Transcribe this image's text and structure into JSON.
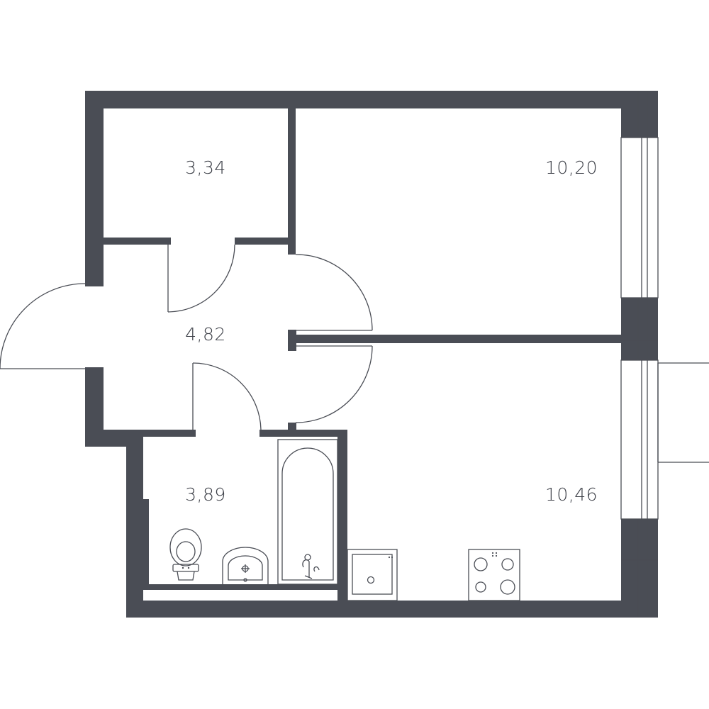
{
  "rooms": [
    {
      "id": "storage",
      "area": "3,34"
    },
    {
      "id": "bedroom",
      "area": "10,20"
    },
    {
      "id": "hall",
      "area": "4,82"
    },
    {
      "id": "bathroom",
      "area": "3,89"
    },
    {
      "id": "kitchen_living",
      "area": "10,46"
    }
  ],
  "colors": {
    "wall": "#4a4d55",
    "background": "#ffffff"
  },
  "icons": [
    "door-swing-icon",
    "bathtub-icon",
    "toilet-icon",
    "sink-icon",
    "kitchen-sink-icon",
    "stove-icon",
    "window-icon"
  ]
}
